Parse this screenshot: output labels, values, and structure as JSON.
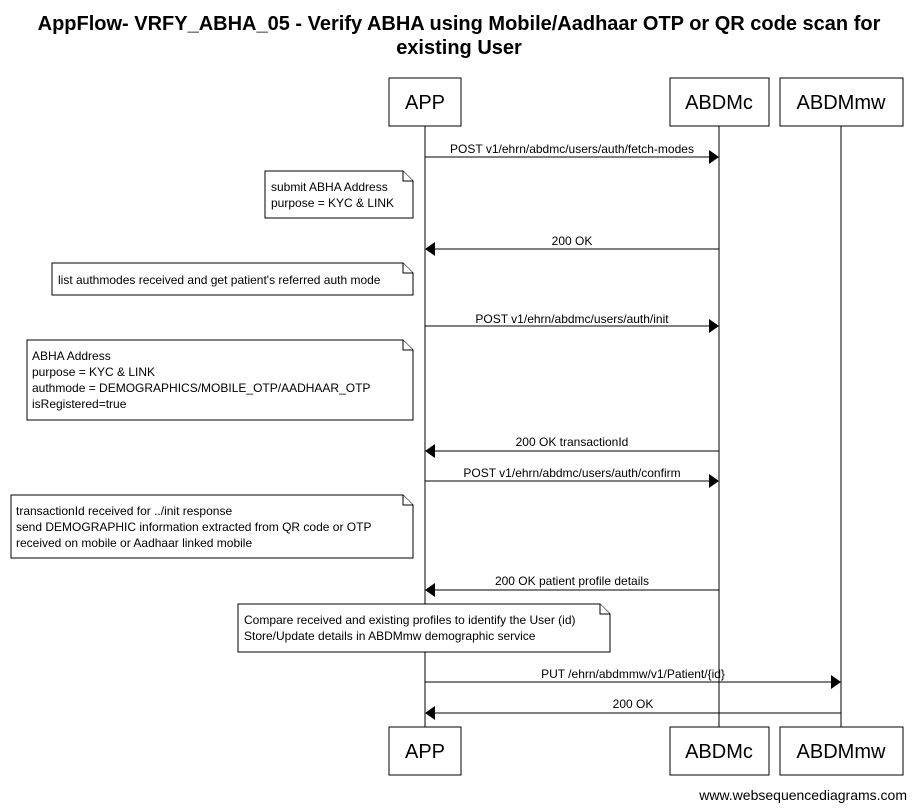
{
  "diagram": {
    "title_lines": [
      "AppFlow- VRFY_ABHA_05 - Verify ABHA using Mobile/Aadhaar OTP or QR code scan for",
      "existing User"
    ],
    "participants": [
      "APP",
      "ABDMc",
      "ABDMmw"
    ],
    "messages": [
      "POST v1/ehrn/abdmc/users/auth/fetch-modes",
      "200 OK",
      "POST v1/ehrn/abdmc/users/auth/init",
      "200 OK transactionId",
      "POST v1/ehrn/abdmc/users/auth/confirm",
      "200 OK patient profile details",
      "PUT /ehrn/abdmmw/v1/Patient/{id}",
      "200 OK"
    ],
    "notes": [
      [
        "submit ABHA Address",
        "purpose = KYC & LINK"
      ],
      [
        "list authmodes received and get patient's referred auth mode"
      ],
      [
        "ABHA Address",
        "purpose = KYC & LINK",
        "authmode = DEMOGRAPHICS/MOBILE_OTP/AADHAAR_OTP",
        "isRegistered=true"
      ],
      [
        "transactionId received for ../init response",
        "send DEMOGRAPHIC information extracted from QR code or OTP",
        "received on mobile or Aadhaar linked mobile"
      ],
      [
        "Compare received and existing profiles to identify the User (id)",
        "Store/Update details in ABDMmw demographic service"
      ]
    ],
    "footer": "www.websequencediagrams.com"
  }
}
